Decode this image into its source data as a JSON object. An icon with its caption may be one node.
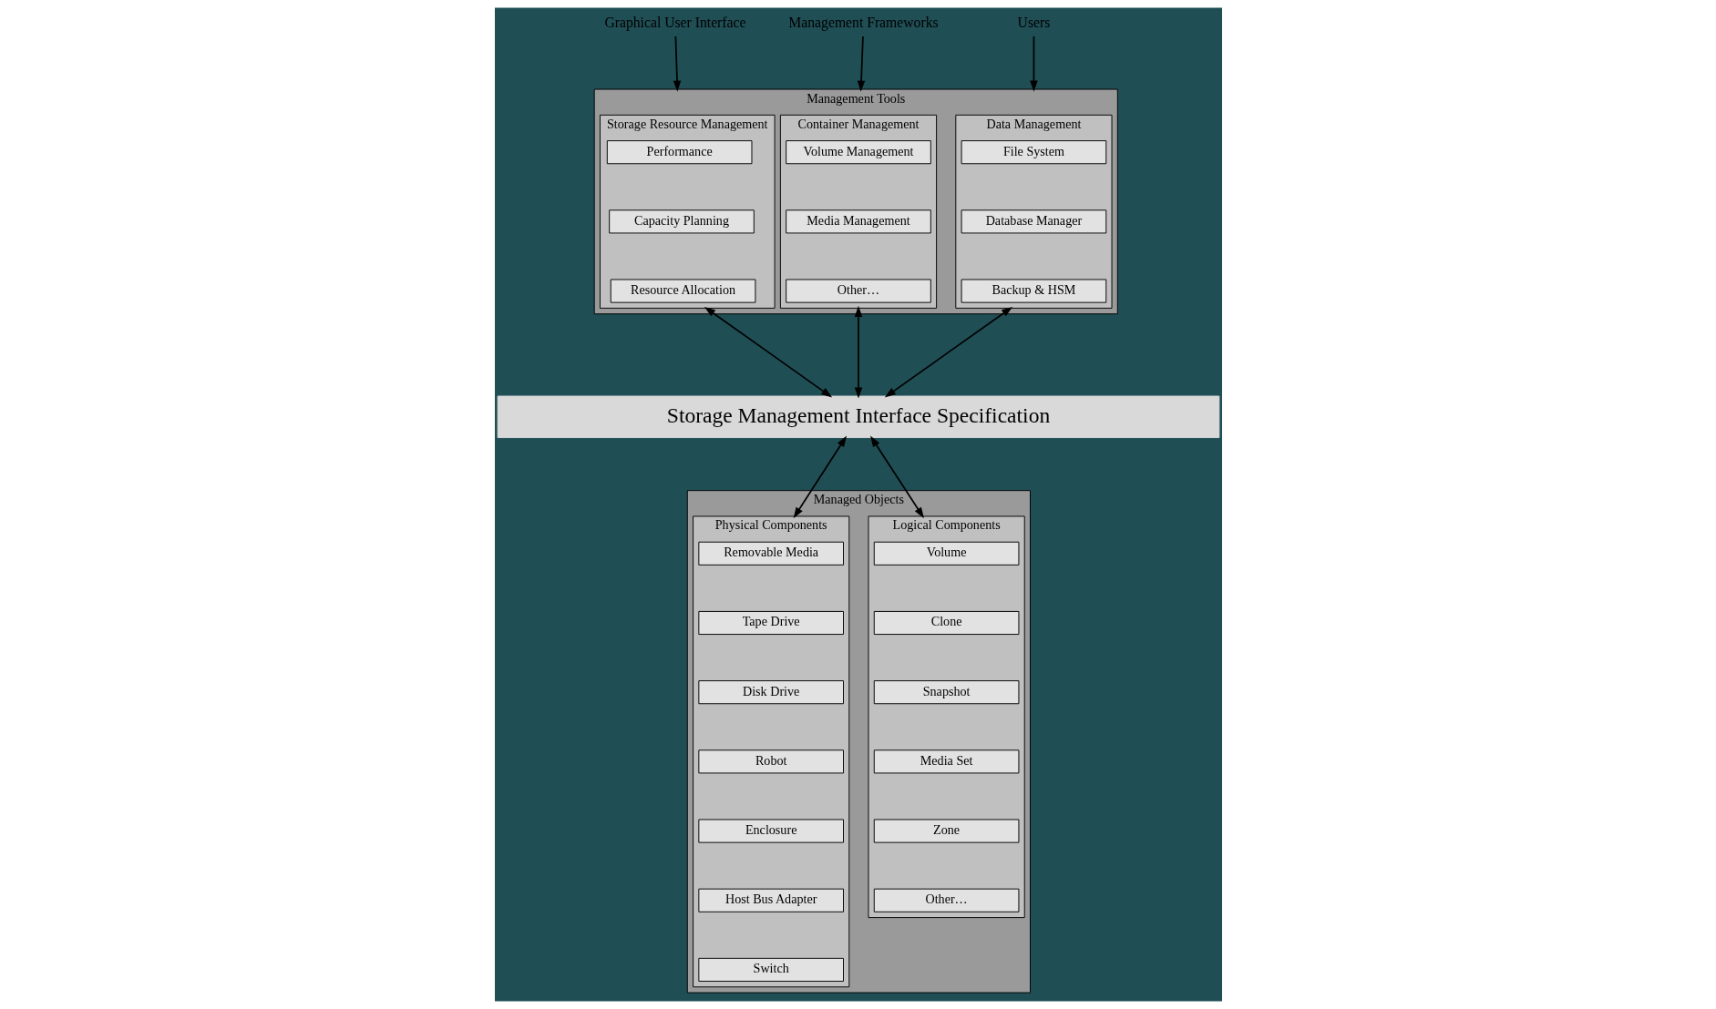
{
  "diagram": {
    "nodes": [
      {
        "text": [
          "Graphical User Interface"
        ]
      },
      {
        "text": [
          "Management Frameworks"
        ]
      },
      {
        "text": [
          "Users"
        ]
      },
      {
        "text": [
          "Management Tools"
        ]
      },
      {
        "text": [
          "Storage Resource Management"
        ],
        "in": 3
      },
      {
        "text": [
          "Performance"
        ],
        "in": 4
      },
      {
        "text": [
          "Capacity Planning"
        ],
        "in": 4
      },
      {
        "text": [
          "Resource Allocation"
        ],
        "in": 4
      },
      {
        "text": [
          "Container Management"
        ],
        "in": 3
      },
      {
        "text": [
          "Volume Management"
        ],
        "in": 8
      },
      {
        "text": [
          "Media Management"
        ],
        "in": 8
      },
      {
        "text": [
          "Other…"
        ],
        "in": 8
      },
      {
        "text": [
          "Data Management"
        ],
        "in": 3
      },
      {
        "text": [
          "File System"
        ],
        "in": 12
      },
      {
        "text": [
          "Database Manager"
        ],
        "in": 12
      },
      {
        "text": [
          "Backup & HSM"
        ],
        "in": 12
      },
      {
        "text": [
          "Storage Management Interface Specification"
        ]
      },
      {
        "text": [
          "Managed Objects"
        ]
      },
      {
        "text": [
          "Physical Components"
        ],
        "in": 17
      },
      {
        "text": [
          "Removable Media"
        ],
        "in": 18
      },
      {
        "text": [
          "Tape Drive"
        ],
        "in": 18
      },
      {
        "text": [
          "Disk Drive"
        ],
        "in": 18
      },
      {
        "text": [
          "Robot"
        ],
        "in": 18
      },
      {
        "text": [
          "Enclosure"
        ],
        "in": 18
      },
      {
        "text": [
          "Host Bus Adapter"
        ],
        "in": 18
      },
      {
        "text": [
          "Switch"
        ],
        "in": 18
      },
      {
        "text": [
          "Logical Components"
        ],
        "in": 17
      },
      {
        "text": [
          "Volume"
        ],
        "in": 26
      },
      {
        "text": [
          "Clone"
        ],
        "in": 26
      },
      {
        "text": [
          "Snapshot"
        ],
        "in": 26
      },
      {
        "text": [
          "Media Set"
        ],
        "in": 26
      },
      {
        "text": [
          "Zone"
        ],
        "in": 26
      },
      {
        "text": [
          "Other…"
        ],
        "in": 26
      }
    ],
    "edges": [
      {
        "from": 0,
        "to": 3,
        "arrow": "to"
      },
      {
        "from": 1,
        "to": 3,
        "arrow": "to"
      },
      {
        "from": 2,
        "to": 3,
        "arrow": "to"
      },
      {
        "from": 4,
        "to": 16,
        "arrow": "both"
      },
      {
        "from": 8,
        "to": 16,
        "arrow": "both"
      },
      {
        "from": 12,
        "to": 16,
        "arrow": "both"
      },
      {
        "from": 16,
        "to": 18,
        "arrow": "both"
      },
      {
        "from": 16,
        "to": 26,
        "arrow": "both"
      }
    ]
  }
}
